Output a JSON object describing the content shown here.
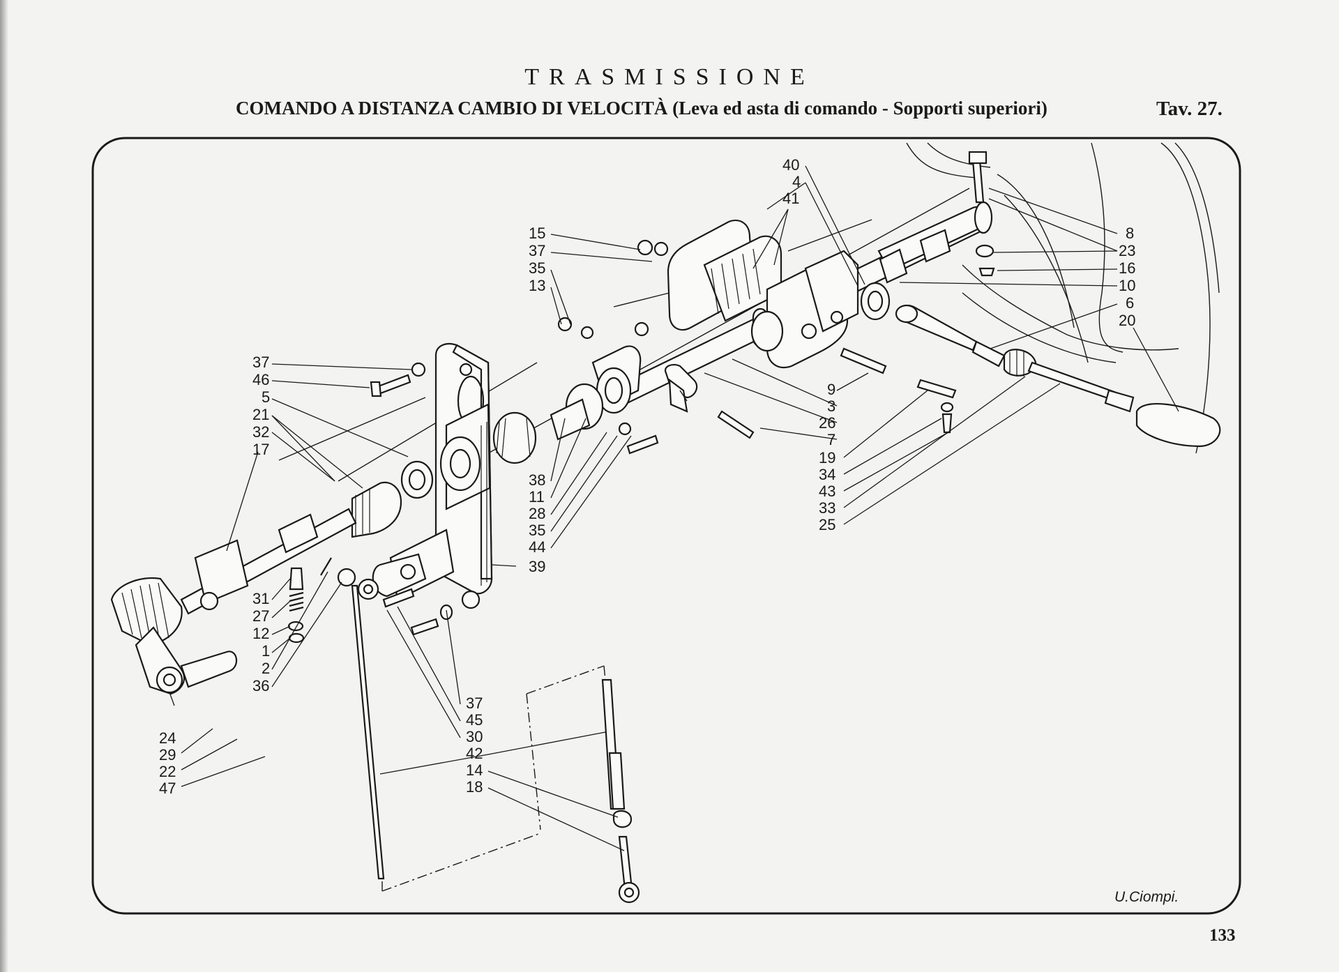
{
  "header": {
    "title": "TRASMISSIONE",
    "subtitle": "COMANDO A DISTANZA CAMBIO DI VELOCITÀ",
    "subtitle_paren": "(Leva ed asta di comando - Sopporti superiori)",
    "plate": "Tav. 27."
  },
  "footer": {
    "page_number": "133",
    "signature": "U.Ciompi."
  },
  "callouts": {
    "c15": "15",
    "c37a": "37",
    "c35a": "35",
    "c13": "13",
    "c40": "40",
    "c4": "4",
    "c41": "41",
    "c8": "8",
    "c23": "23",
    "c16": "16",
    "c10": "10",
    "c6": "6",
    "c20": "20",
    "c37b": "37",
    "c46": "46",
    "c5": "5",
    "c21": "21",
    "c32": "32",
    "c17": "17",
    "c9": "9",
    "c3": "3",
    "c26": "26",
    "c7": "7",
    "c19": "19",
    "c34": "34",
    "c43": "43",
    "c33": "33",
    "c25": "25",
    "c38": "38",
    "c11": "11",
    "c28": "28",
    "c35b": "35",
    "c44": "44",
    "c39": "39",
    "c31": "31",
    "c27": "27",
    "c12": "12",
    "c1": "1",
    "c2": "2",
    "c36": "36",
    "c24": "24",
    "c29": "29",
    "c22": "22",
    "c47": "47",
    "c37c": "37",
    "c45": "45",
    "c30": "30",
    "c42": "42",
    "c14": "14",
    "c18": "18"
  }
}
